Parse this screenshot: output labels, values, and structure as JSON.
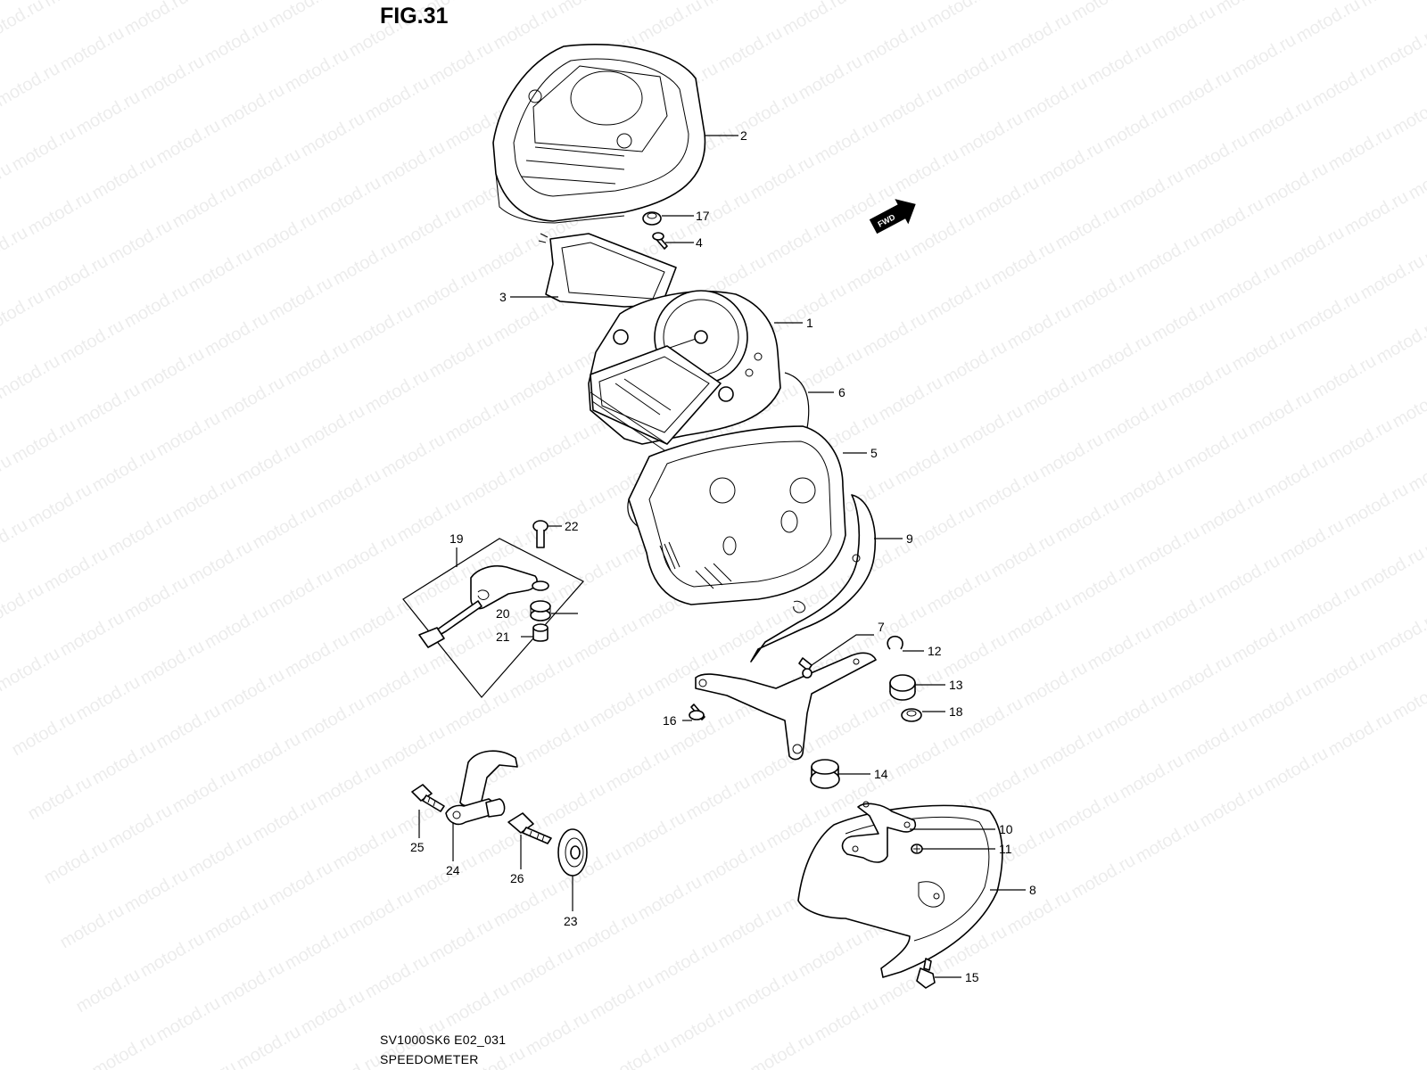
{
  "figure": {
    "title": "FIG.31",
    "model_code": "SV1000SK6 E02_031",
    "section_name": "SPEEDOMETER",
    "watermark": "motod.ru",
    "direction_badge": "FWD",
    "callouts": [
      {
        "number": "1",
        "part": "speedometer-assembly"
      },
      {
        "number": "2",
        "part": "upper-meter-case"
      },
      {
        "number": "3",
        "part": "meter-lens"
      },
      {
        "number": "4",
        "part": "screw"
      },
      {
        "number": "5",
        "part": "lower-meter-case"
      },
      {
        "number": "6",
        "part": "gasket"
      },
      {
        "number": "7",
        "part": "screw"
      },
      {
        "number": "8",
        "part": "meter-cover"
      },
      {
        "number": "9",
        "part": "cushion"
      },
      {
        "number": "10",
        "part": "bracket"
      },
      {
        "number": "11",
        "part": "screw"
      },
      {
        "number": "12",
        "part": "clip"
      },
      {
        "number": "13",
        "part": "cushion"
      },
      {
        "number": "14",
        "part": "grommet"
      },
      {
        "number": "15",
        "part": "nut"
      },
      {
        "number": "16",
        "part": "bolt"
      },
      {
        "number": "17",
        "part": "washer"
      },
      {
        "number": "18",
        "part": "spacer"
      },
      {
        "number": "19",
        "part": "sensor-assembly"
      },
      {
        "number": "20",
        "part": "cushion"
      },
      {
        "number": "21",
        "part": "spacer"
      },
      {
        "number": "22",
        "part": "bolt"
      },
      {
        "number": "23",
        "part": "plate"
      },
      {
        "number": "24",
        "part": "speed-sensor"
      },
      {
        "number": "25",
        "part": "bolt"
      },
      {
        "number": "26",
        "part": "bolt"
      }
    ]
  }
}
